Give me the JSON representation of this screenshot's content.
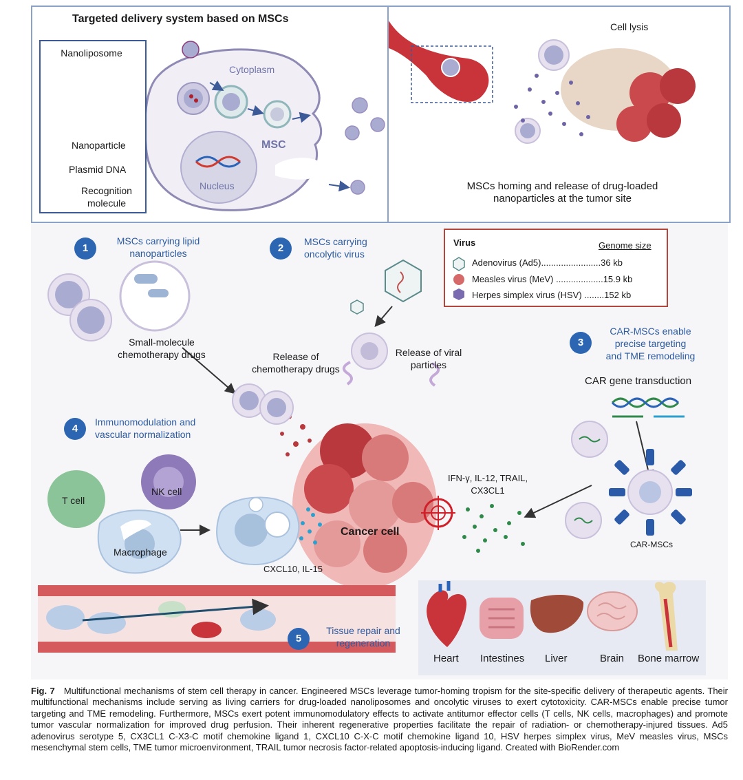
{
  "top_left": {
    "title": "Targeted delivery system based on MSCs",
    "legend": {
      "heading": "Nanoliposome",
      "nanoparticle": "Nanoparticle",
      "plasmid": "Plasmid DNA",
      "recognition_line1": "Recognition",
      "recognition_line2": "molecule"
    },
    "cytoplasm": "Cytoplasm",
    "msc": "MSC",
    "nucleus": "Nucleus"
  },
  "top_right": {
    "cell_lysis": "Cell lysis",
    "homing_line1": "MSCs homing and release of drug-loaded",
    "homing_line2": "nanoparticles at the tumor site"
  },
  "sections": [
    {
      "num": "1",
      "line1": "MSCs carrying lipid",
      "line2": "nanoparticles"
    },
    {
      "num": "2",
      "line1": "MSCs carrying",
      "line2": "oncolytic virus"
    },
    {
      "num": "3",
      "line1": "CAR-MSCs enable",
      "line2": "precise targeting",
      "line3": "and TME remodeling"
    },
    {
      "num": "4",
      "line1": "Immunomodulation and",
      "line2": "vascular normalization"
    },
    {
      "num": "5",
      "line1": "Tissue repair and",
      "line2": "regeneration"
    }
  ],
  "virus_table": {
    "heading": "Virus",
    "genome_heading": "Genome size",
    "rows": [
      "Adenovirus (Ad5)........................36 kb",
      "Measles virus (MeV) ...................15.9 kb",
      "Herpes simplex virus (HSV) ........152 kb"
    ]
  },
  "labels": {
    "small_molecule_line1": "Small-molecule",
    "small_molecule_line2": "chemotherapy drugs",
    "release_chemo_line1": "Release of",
    "release_chemo_line2": "chemotherapy drugs",
    "release_viral_line1": "Release of viral",
    "release_viral_line2": "particles",
    "car_gene": "CAR gene transduction",
    "car_mscs": "CAR-MSCs",
    "cytokines_line1": "IFN-γ, IL-12, TRAIL,",
    "cytokines_line2": "CX3CL1",
    "t_cell": "T cell",
    "nk_cell": "NK cell",
    "macrophage": "Macrophage",
    "cxcl": "CXCL10, IL-15",
    "cancer_cell": "Cancer cell"
  },
  "organs": [
    "Heart",
    "Intestines",
    "Liver",
    "Brain",
    "Bone marrow"
  ],
  "caption": {
    "label": "Fig. 7",
    "text": "Multifunctional mechanisms of stem cell therapy in cancer. Engineered MSCs leverage tumor-homing tropism for the site-specific delivery of therapeutic agents. Their multifunctional mechanisms include serving as living carriers for drug-loaded nanoliposomes and oncolytic viruses to exert cytotoxicity. CAR-MSCs enable precise tumor targeting and TME remodeling. Furthermore, MSCs exert potent immunomodulatory effects to activate antitumor effector cells (T cells, NK cells, macrophages) and promote tumor vascular normalization for improved drug perfusion. Their inherent regenerative properties facilitate the repair of radiation- or chemotherapy-injured tissues. Ad5 adenovirus serotype 5, CX3CL1 C-X3-C motif chemokine ligand 1, CXCL10 C-X-C motif chemokine ligand 10, HSV herpes simplex virus, MeV measles virus, MSCs mesenchymal stem cells, TME tumor microenvironment, TRAIL tumor necrosis factor-related apoptosis-inducing ligand. Created with BioRender.com"
  },
  "colors": {
    "frame": "#8aa2c8",
    "accent_blue": "#2c5aa0",
    "cancer_red": "#c0504d",
    "virus_border": "#b5443b"
  }
}
